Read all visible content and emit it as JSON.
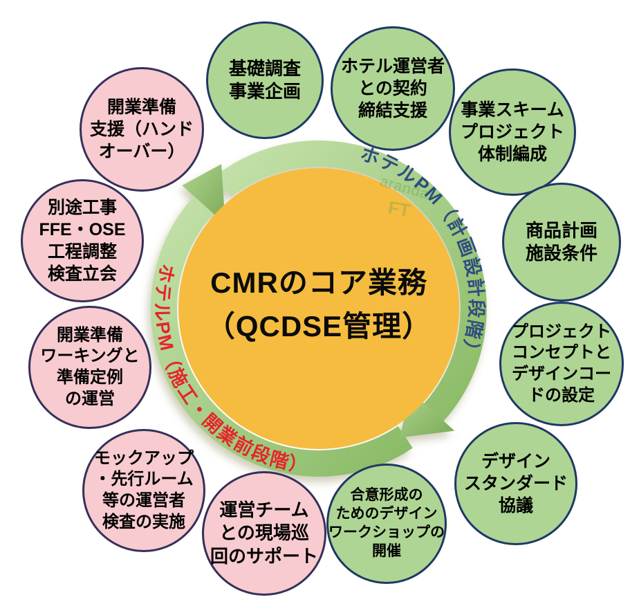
{
  "title": "CMRのコア業務（QCDSE管理）",
  "center": {
    "line1": "CMRのコア業務",
    "line2": "（QCDSE管理）"
  },
  "ring": {
    "planning_label": "ホテルPM（計画設計段階）",
    "construction_label": "ホテルPM（施工・開業前段階）"
  },
  "watermark": {
    "text1": "aranda",
    "text2": "FT"
  },
  "colors": {
    "center_yellow": "#F6BC3F",
    "ring_green": "#A3CD83",
    "bubble_green_fill": "#AED594",
    "bubble_green_border": "#1F3864",
    "bubble_pink_fill": "#F8CBD0",
    "bubble_pink_border": "#35305A",
    "planning_text_blue": "#2F4E7E",
    "construction_text_red": "#E5252A"
  },
  "bubbles": [
    {
      "id": "basic-research",
      "type": "green",
      "lines": [
        "基礎調査",
        "事業企画"
      ]
    },
    {
      "id": "operator-contract",
      "type": "green",
      "lines": [
        "ホテル運営者",
        "との契約",
        "締結支援"
      ]
    },
    {
      "id": "business-scheme",
      "type": "green",
      "lines": [
        "事業スキーム",
        "プロジェクト",
        "体制編成"
      ]
    },
    {
      "id": "product-plan",
      "type": "green",
      "lines": [
        "商品計画",
        "施設条件"
      ]
    },
    {
      "id": "project-concept",
      "type": "green",
      "lines": [
        "プロジェクト",
        "コンセプトと",
        "デザインコー",
        "ドの設定"
      ]
    },
    {
      "id": "design-standard",
      "type": "green",
      "lines": [
        "デザイン",
        "スタンダード",
        "協議"
      ]
    },
    {
      "id": "design-workshop",
      "type": "green",
      "lines": [
        "合意形成の",
        "ためのデザイン",
        "ワークショップの",
        "開催"
      ]
    },
    {
      "id": "site-patrol",
      "type": "pink",
      "lines": [
        "運営チーム",
        "との現場巡",
        "回のサポート"
      ]
    },
    {
      "id": "mockup-inspection",
      "type": "pink",
      "lines": [
        "モックアップ",
        "・先行ルーム",
        "等の運営者",
        "検査の実施"
      ]
    },
    {
      "id": "opening-working",
      "type": "pink",
      "lines": [
        "開業準備",
        "ワーキングと",
        "準備定例",
        "の運営"
      ]
    },
    {
      "id": "separate-construction",
      "type": "pink",
      "lines": [
        "別途工事",
        "FFE・OSE",
        "工程調整",
        "検査立会"
      ]
    },
    {
      "id": "handover-support",
      "type": "pink",
      "lines": [
        "開業準備",
        "支援（ハンド",
        "オーバー）"
      ]
    }
  ]
}
